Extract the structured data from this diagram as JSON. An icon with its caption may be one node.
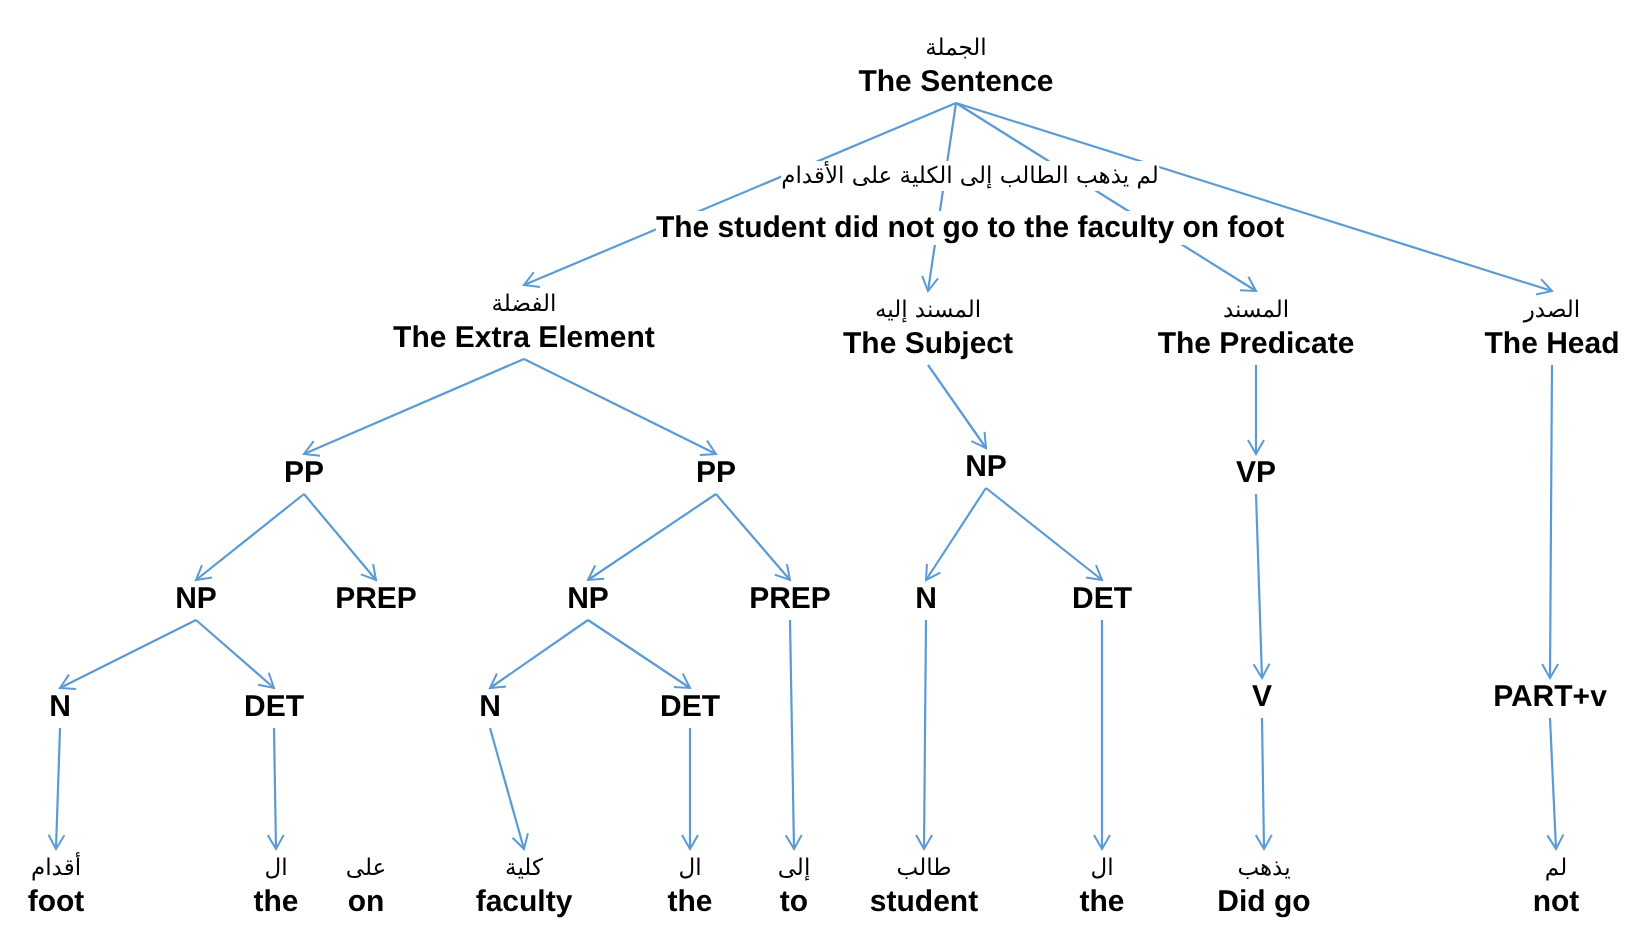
{
  "diagram": {
    "nodes": [
      {
        "text": [
          "الجملة",
          "The Sentence"
        ]
      },
      {
        "text": [
          "الفضلة",
          "The Extra Element"
        ]
      },
      {
        "text": [
          "المسند إليه",
          "The Subject"
        ]
      },
      {
        "text": [
          "المسند",
          "The Predicate"
        ]
      },
      {
        "text": [
          "الصدر",
          "The Head"
        ]
      },
      {
        "text": [
          "PP"
        ]
      },
      {
        "text": [
          "PP"
        ]
      },
      {
        "text": [
          "NP"
        ]
      },
      {
        "text": [
          "VP"
        ]
      },
      {
        "text": [
          "NP"
        ]
      },
      {
        "text": [
          "PREP"
        ]
      },
      {
        "text": [
          "NP"
        ]
      },
      {
        "text": [
          "PREP"
        ]
      },
      {
        "text": [
          "N"
        ]
      },
      {
        "text": [
          "DET"
        ]
      },
      {
        "text": [
          "N"
        ]
      },
      {
        "text": [
          "DET"
        ]
      },
      {
        "text": [
          "N"
        ]
      },
      {
        "text": [
          "DET"
        ]
      },
      {
        "text": [
          "V"
        ]
      },
      {
        "text": [
          "PART+v"
        ]
      },
      {
        "text": [
          "أقدام",
          "foot"
        ]
      },
      {
        "text": [
          "ال",
          "the"
        ]
      },
      {
        "text": [
          "على",
          "on"
        ]
      },
      {
        "text": [
          "كلية",
          "faculty"
        ]
      },
      {
        "text": [
          "ال",
          "the"
        ]
      },
      {
        "text": [
          "إلى",
          "to"
        ]
      },
      {
        "text": [
          "طالب",
          "student"
        ]
      },
      {
        "text": [
          "ال",
          "the"
        ]
      },
      {
        "text": [
          "يذهب",
          "Did go"
        ]
      },
      {
        "text": [
          "لم",
          "not"
        ]
      }
    ],
    "edges": [
      {
        "from": 0,
        "to": 1,
        "arrow": "to"
      },
      {
        "from": 0,
        "to": 2,
        "arrow": "to"
      },
      {
        "from": 0,
        "to": 3,
        "arrow": "to"
      },
      {
        "from": 0,
        "to": 4,
        "arrow": "to"
      },
      {
        "from": 1,
        "to": 5,
        "arrow": "to"
      },
      {
        "from": 1,
        "to": 6,
        "arrow": "to"
      },
      {
        "from": 2,
        "to": 7,
        "arrow": "to"
      },
      {
        "from": 3,
        "to": 8,
        "arrow": "to"
      },
      {
        "from": 4,
        "to": 20,
        "arrow": "to"
      },
      {
        "from": 5,
        "to": 9,
        "arrow": "to"
      },
      {
        "from": 5,
        "to": 10,
        "arrow": "to"
      },
      {
        "from": 6,
        "to": 11,
        "arrow": "to"
      },
      {
        "from": 6,
        "to": 12,
        "arrow": "to"
      },
      {
        "from": 7,
        "to": 13,
        "arrow": "to"
      },
      {
        "from": 7,
        "to": 14,
        "arrow": "to"
      },
      {
        "from": 8,
        "to": 19,
        "arrow": "to"
      },
      {
        "from": 9,
        "to": 15,
        "arrow": "to"
      },
      {
        "from": 9,
        "to": 16,
        "arrow": "to"
      },
      {
        "from": 11,
        "to": 17,
        "arrow": "to"
      },
      {
        "from": 11,
        "to": 18,
        "arrow": "to"
      },
      {
        "from": 12,
        "to": 26,
        "arrow": "to"
      },
      {
        "from": 13,
        "to": 27,
        "arrow": "to"
      },
      {
        "from": 14,
        "to": 28,
        "arrow": "to"
      },
      {
        "from": 15,
        "to": 21,
        "arrow": "to"
      },
      {
        "from": 16,
        "to": 22,
        "arrow": "to"
      },
      {
        "from": 17,
        "to": 24,
        "arrow": "to"
      },
      {
        "from": 18,
        "to": 25,
        "arrow": "to"
      },
      {
        "from": 19,
        "to": 29,
        "arrow": "to"
      },
      {
        "from": 20,
        "to": 30,
        "arrow": "to"
      }
    ],
    "labels": [
      "لم يذهب الطالب إلى الكلية على الأقدام",
      "The student did not go to the faculty on foot"
    ]
  }
}
